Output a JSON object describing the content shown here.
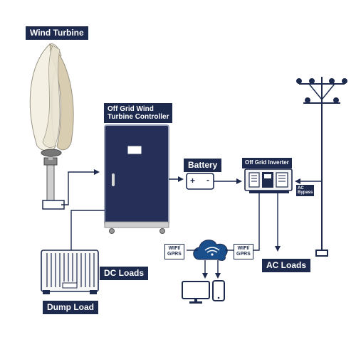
{
  "labels": {
    "wind_turbine": "Wind Turbine",
    "controller_line1": "Off Grid Wind",
    "controller_line2": "Turbine Controller",
    "battery": "Battery",
    "battery_plus": "+",
    "battery_minus": "-",
    "inverter": "Off Grid Inverter",
    "ac_bypass_line1": "AC",
    "ac_bypass_line2": "Bypass",
    "dc_loads": "DC Loads",
    "dump_load": "Dump Load",
    "ac_loads": "AC Loads",
    "wifi_left": "WIFI/\nGPRS",
    "wifi_right": "WIFI/\nGPRS"
  },
  "colors": {
    "navy": "#1d2a4d",
    "cabinet": "#252f57",
    "blade": "#f2eee2",
    "blade_shade": "#d9cfb4",
    "metal": "#9a9a9a",
    "cloud": "#1a4f8c"
  },
  "icons": [
    "wind-turbine-icon",
    "controller-cabinet-icon",
    "battery-icon",
    "inverter-icon",
    "utility-pole-icon",
    "dump-load-icon",
    "cloud-wifi-icon",
    "monitor-icon",
    "phone-icon"
  ]
}
